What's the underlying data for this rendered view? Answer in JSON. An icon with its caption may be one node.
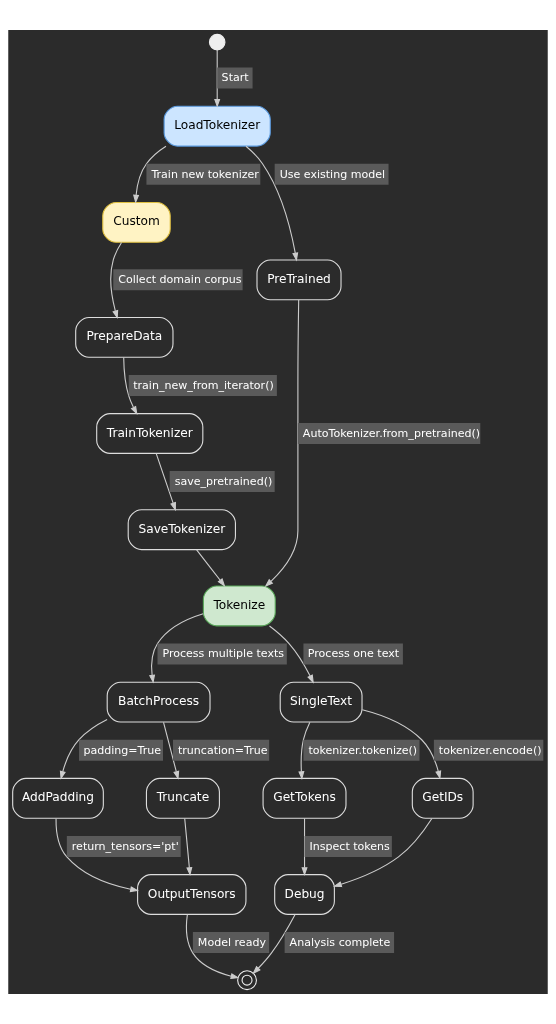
{
  "diagram": {
    "nodes": [
      {
        "text": [],
        "shape": "circle"
      },
      {
        "text": [
          "LoadTokenizer"
        ]
      },
      {
        "text": [
          "Custom"
        ]
      },
      {
        "text": [
          "PrepareData"
        ]
      },
      {
        "text": [
          "TrainTokenizer"
        ]
      },
      {
        "text": [
          "SaveTokenizer"
        ]
      },
      {
        "text": [
          "PreTrained"
        ]
      },
      {
        "text": [
          "Tokenize"
        ]
      },
      {
        "text": [
          "BatchProcess"
        ]
      },
      {
        "text": [
          "SingleText"
        ]
      },
      {
        "text": [
          "AddPadding"
        ]
      },
      {
        "text": [
          "Truncate"
        ]
      },
      {
        "text": [
          "GetTokens"
        ]
      },
      {
        "text": [
          "GetIDs"
        ]
      },
      {
        "text": [
          "OutputTensors"
        ]
      },
      {
        "text": [
          "Debug"
        ]
      },
      {
        "text": [],
        "shape": "circle"
      }
    ],
    "edges": [
      {
        "from": 0,
        "to": 1,
        "arrow": "to",
        "label": "Start"
      },
      {
        "from": 1,
        "to": 2,
        "arrow": "to",
        "label": "Train new tokenizer"
      },
      {
        "from": 1,
        "to": 6,
        "arrow": "to",
        "label": "Use existing model"
      },
      {
        "from": 2,
        "to": 3,
        "arrow": "to",
        "label": "Collect domain corpus"
      },
      {
        "from": 3,
        "to": 4,
        "arrow": "to",
        "label": "train_new_from_iterator()"
      },
      {
        "from": 4,
        "to": 5,
        "arrow": "to",
        "label": "save_pretrained()"
      },
      {
        "from": 6,
        "to": 7,
        "arrow": "to",
        "label": "AutoTokenizer.from_pretrained()"
      },
      {
        "from": 5,
        "to": 7,
        "arrow": "to"
      },
      {
        "from": 7,
        "to": 8,
        "arrow": "to",
        "label": "Process multiple texts"
      },
      {
        "from": 7,
        "to": 9,
        "arrow": "to",
        "label": "Process one text"
      },
      {
        "from": 8,
        "to": 10,
        "arrow": "to",
        "label": "padding=True"
      },
      {
        "from": 8,
        "to": 11,
        "arrow": "to",
        "label": "truncation=True"
      },
      {
        "from": 9,
        "to": 12,
        "arrow": "to",
        "label": "tokenizer.tokenize()"
      },
      {
        "from": 9,
        "to": 13,
        "arrow": "to",
        "label": "tokenizer.encode()"
      },
      {
        "from": 10,
        "to": 14,
        "arrow": "to",
        "label": "return_tensors='pt'"
      },
      {
        "from": 11,
        "to": 14,
        "arrow": "to"
      },
      {
        "from": 12,
        "to": 15,
        "arrow": "to",
        "label": "Inspect tokens"
      },
      {
        "from": 13,
        "to": 15,
        "arrow": "to"
      },
      {
        "from": 14,
        "to": 16,
        "arrow": "to",
        "label": "Model ready"
      },
      {
        "from": 15,
        "to": 16,
        "arrow": "to",
        "label": "Analysis complete"
      }
    ]
  }
}
